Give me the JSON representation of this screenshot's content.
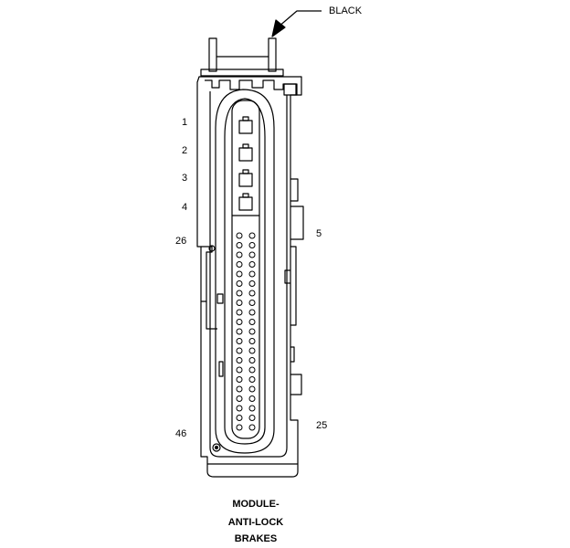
{
  "callout": {
    "color_label": "BLACK"
  },
  "pins": {
    "p1": "1",
    "p2": "2",
    "p3": "3",
    "p4": "4",
    "p5": "5",
    "p25": "25",
    "p26": "26",
    "p46": "46"
  },
  "caption": {
    "line1": "MODULE-",
    "line2": "ANTI-LOCK",
    "line3": "BRAKES"
  }
}
